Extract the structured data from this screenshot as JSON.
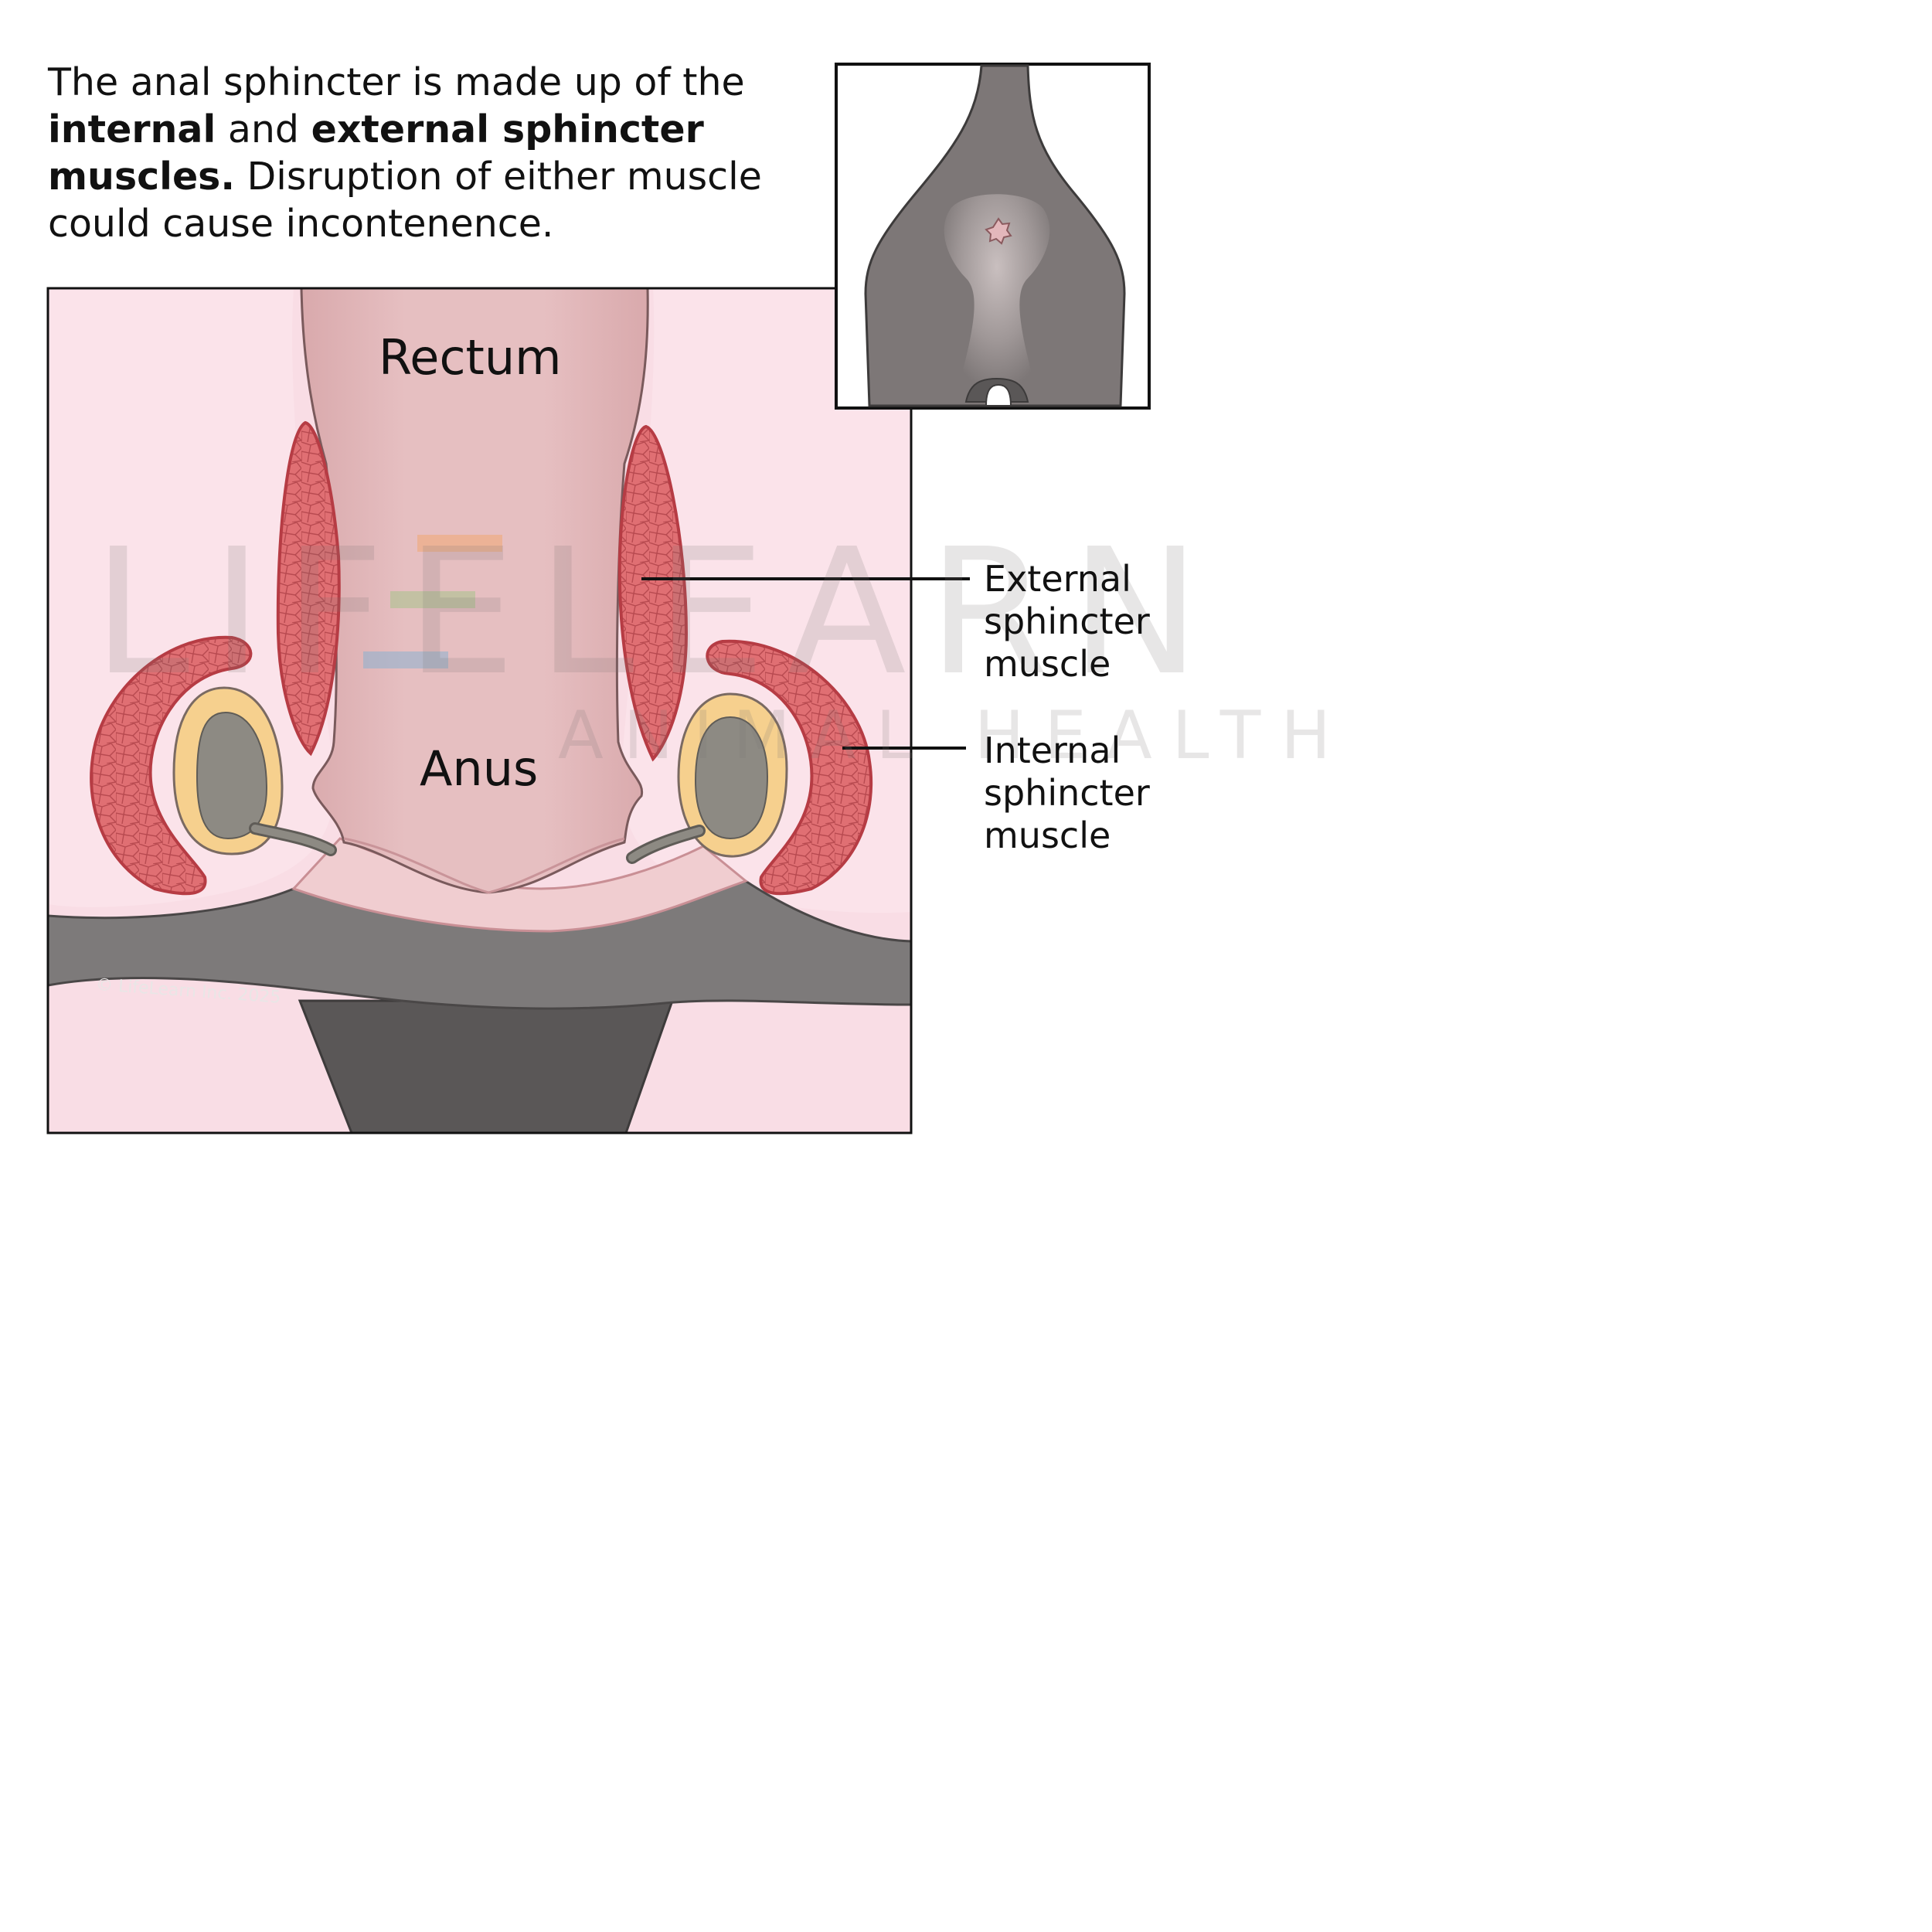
{
  "headline": {
    "t1": "The anal sphincter is made up of the ",
    "b1": "internal",
    "t2": " and ",
    "b2": "external sphincter muscles.",
    "t3": " Disruption of either muscle could cause incontenence."
  },
  "regions": {
    "rectum": "Rectum",
    "anus": "Anus"
  },
  "labels": {
    "external": [
      "External",
      "sphincter",
      "muscle"
    ],
    "internal": [
      "Internal",
      "sphincter",
      "muscle"
    ]
  },
  "watermark": {
    "main": "LIFELEARN",
    "sub": "ANIMAL HEALTH"
  },
  "copyright": "© LifeLearn Inc. 2025",
  "colors": {
    "tissue_pink": "#f9dde5",
    "rectum": "#e4bcbe",
    "muscle_red": "#e06f73",
    "muscle_outline": "#b63c44",
    "gland_yellow": "#f6d08e",
    "gland_gray": "#8d8a83",
    "skin_gray": "#7d7a7a",
    "dark_gray": "#5a5757"
  }
}
